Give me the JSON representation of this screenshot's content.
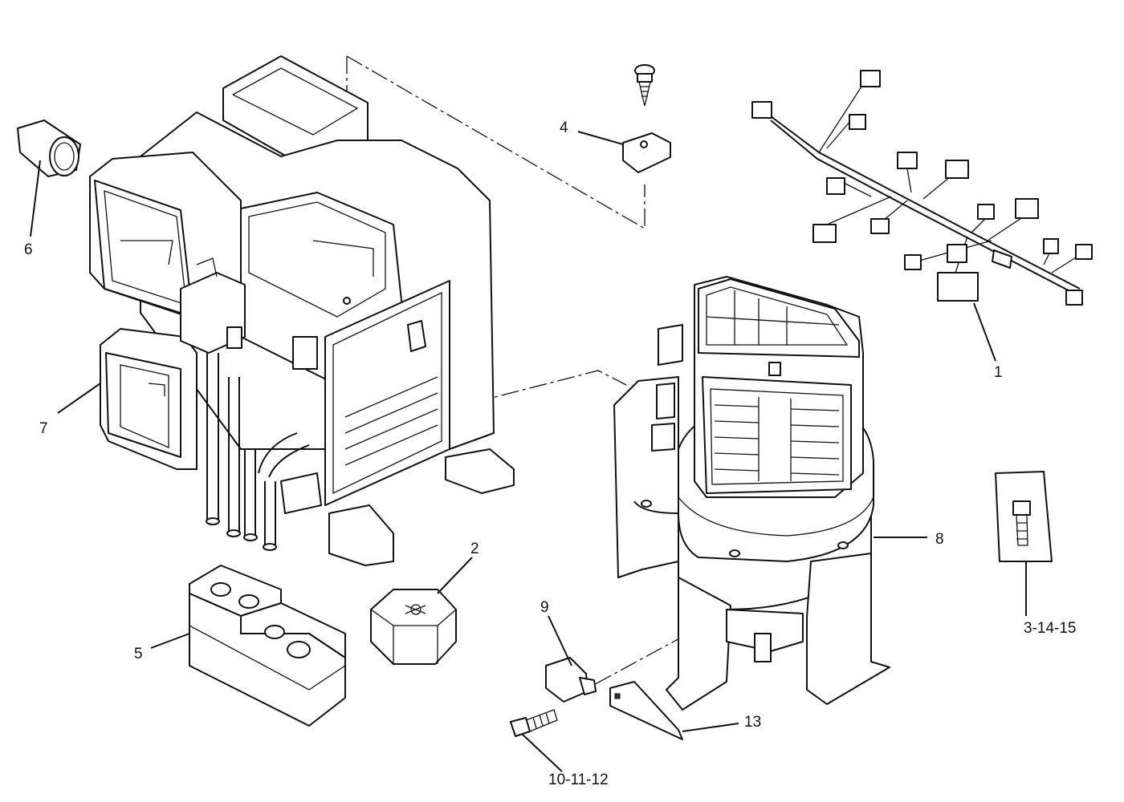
{
  "callouts": {
    "c1": "1",
    "c2": "2",
    "c4": "4",
    "c5": "5",
    "c6": "6",
    "c7": "7",
    "c8": "8",
    "c9": "9",
    "c10": "10-11-12",
    "c13": "13",
    "c3": "3-14-15"
  },
  "colors": {
    "ink": "#111111",
    "paper": "#ffffff"
  }
}
